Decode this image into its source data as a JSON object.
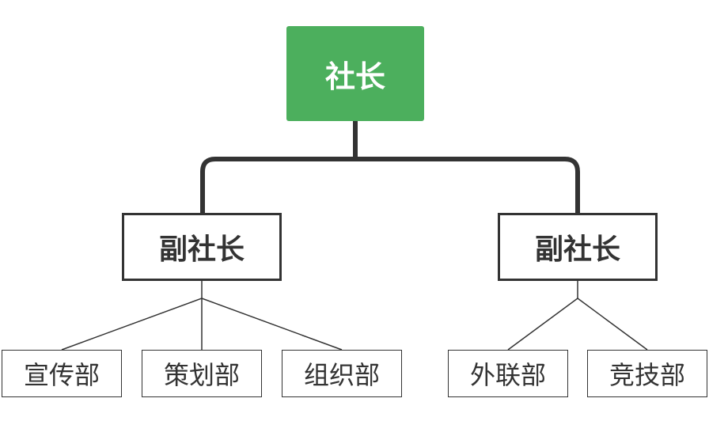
{
  "colors": {
    "root_fill": "#4caf5d",
    "root_text": "#ffffff",
    "line": "#333333"
  },
  "root": {
    "label": "社长"
  },
  "vice_presidents": [
    {
      "label": "副社长",
      "departments": [
        "宣传部",
        "策划部",
        "组织部"
      ]
    },
    {
      "label": "副社长",
      "departments": [
        "外联部",
        "竞技部"
      ]
    }
  ]
}
